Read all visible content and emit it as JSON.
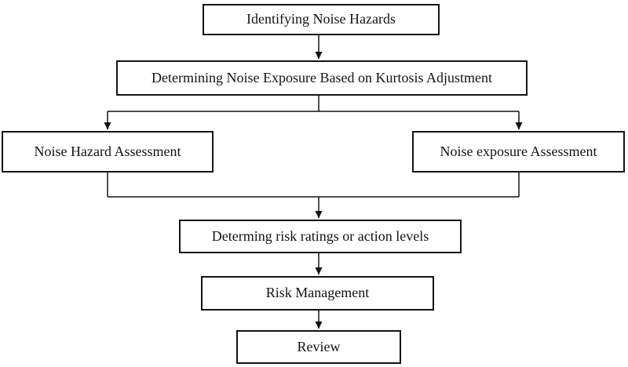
{
  "flowchart": {
    "type": "flowchart",
    "direction": "top-down",
    "nodes": {
      "identify": {
        "label": "Identifying Noise Hazards"
      },
      "determine": {
        "label": "Determining Noise Exposure Based on Kurtosis Adjustment"
      },
      "hazard": {
        "label": "Noise Hazard Assessment"
      },
      "exposure": {
        "label": "Noise exposure Assessment"
      },
      "ratings": {
        "label": "Determing risk ratings or action levels"
      },
      "management": {
        "label": "Risk Management"
      },
      "review": {
        "label": "Review"
      }
    },
    "edges": [
      {
        "from": "identify",
        "to": "determine"
      },
      {
        "from": "determine",
        "to": "hazard"
      },
      {
        "from": "determine",
        "to": "exposure"
      },
      {
        "from": "hazard",
        "to": "ratings"
      },
      {
        "from": "exposure",
        "to": "ratings"
      },
      {
        "from": "ratings",
        "to": "management"
      },
      {
        "from": "management",
        "to": "review"
      }
    ],
    "colors": {
      "background": "#ffffff",
      "box_fill": "#ffffff",
      "box_border": "#141414",
      "line": "#141414",
      "text": "#141414"
    }
  }
}
